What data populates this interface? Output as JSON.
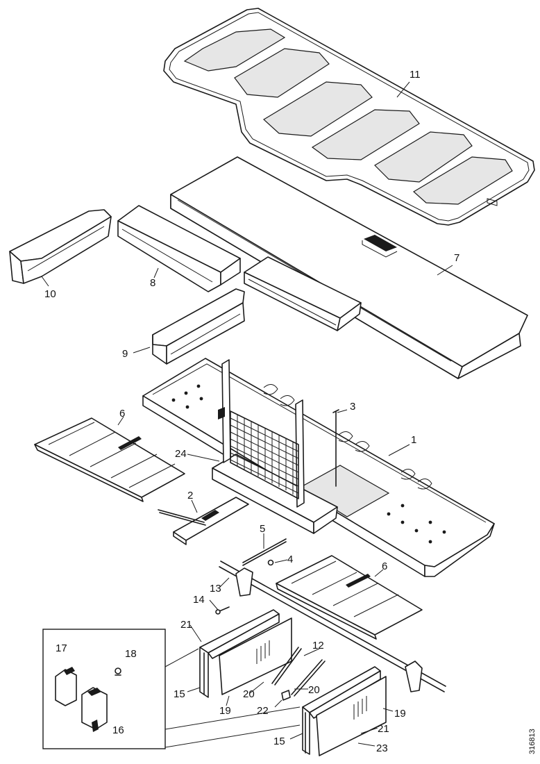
{
  "figure": {
    "reference_number": "316813"
  },
  "callouts": {
    "c1": "1",
    "c2": "2",
    "c3": "3",
    "c4": "4",
    "c5": "5",
    "c6a": "6",
    "c6b": "6",
    "c7": "7",
    "c8": "8",
    "c9": "9",
    "c10": "10",
    "c11": "11",
    "c12": "12",
    "c13": "13",
    "c14": "14",
    "c15a": "15",
    "c15b": "15",
    "c16": "16",
    "c17": "17",
    "c18": "18",
    "c19a": "19",
    "c19b": "19",
    "c20a": "20",
    "c20b": "20",
    "c21a": "21",
    "c21b": "21",
    "c22": "22",
    "c23": "23",
    "c24": "24"
  }
}
